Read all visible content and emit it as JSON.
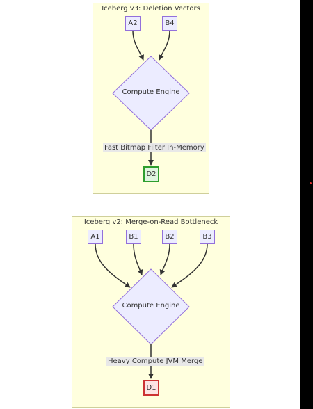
{
  "clusters": {
    "v3": {
      "title": "Iceberg v3: Deletion Vectors",
      "inputs": [
        "A2",
        "B4"
      ],
      "engine": "Compute Engine",
      "edge_label": "Fast Bitmap Filter In-Memory",
      "output": "D2",
      "output_fill": "#dff5df",
      "output_stroke": "#2e9e2e"
    },
    "v2": {
      "title": "Iceberg v2: Merge-on-Read Bottleneck",
      "inputs": [
        "A1",
        "B1",
        "B2",
        "B3"
      ],
      "engine": "Compute Engine",
      "edge_label": "Heavy Compute JVM Merge",
      "output": "D1",
      "output_fill": "#fde4e4",
      "output_stroke": "#cc3333"
    }
  },
  "colors": {
    "cluster_fill": "#ffffde",
    "cluster_stroke": "#cfcf9a",
    "node_fill": "#ececff",
    "node_stroke": "#9370db",
    "edge": "#333333"
  }
}
